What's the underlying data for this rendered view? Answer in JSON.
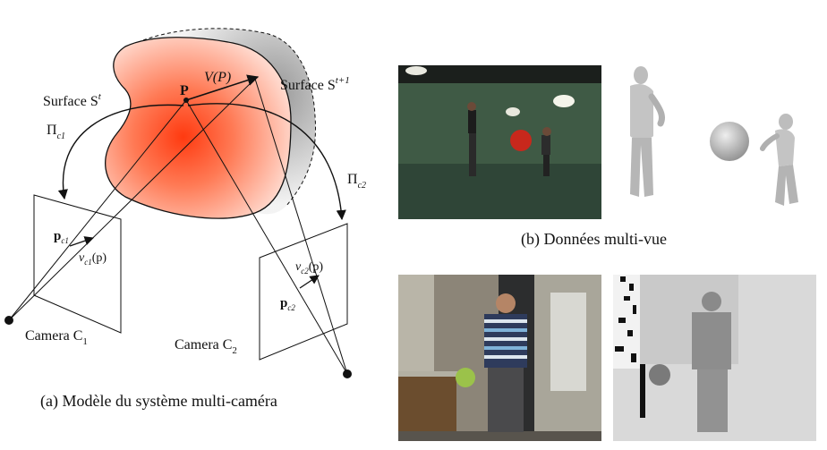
{
  "diagram": {
    "surface_t": "Surface S",
    "surface_t_sup": "t",
    "surface_t1": "Surface S",
    "surface_t1_sup": "t+1",
    "point_P": "P",
    "motion_V": "V(P)",
    "proj_1": "Π",
    "proj_1_sub": "c1",
    "proj_2": "Π",
    "proj_2_sub": "c2",
    "p_c1": "p",
    "p_c1_sub": "c1",
    "v_c1": "v",
    "v_c1_sub": "c1",
    "v_c1_arg": "(p)",
    "p_c2": "p",
    "p_c2_sub": "c2",
    "v_c2": "v",
    "v_c2_sub": "c2",
    "v_c2_arg": "(p)",
    "camera1": "Camera C",
    "camera1_sub": "1",
    "camera2": "Camera C",
    "camera2_sub": "2"
  },
  "captions": {
    "a": "(a) Modèle du système multi-caméra",
    "b": "(b) Données multi-vue"
  },
  "colors": {
    "surface_center": "#ff3a10",
    "surface_edge": "#ffd8cc",
    "shadow": "#8a8a8a",
    "green_screen": "#3f5a45",
    "ball": "#c8281c"
  }
}
